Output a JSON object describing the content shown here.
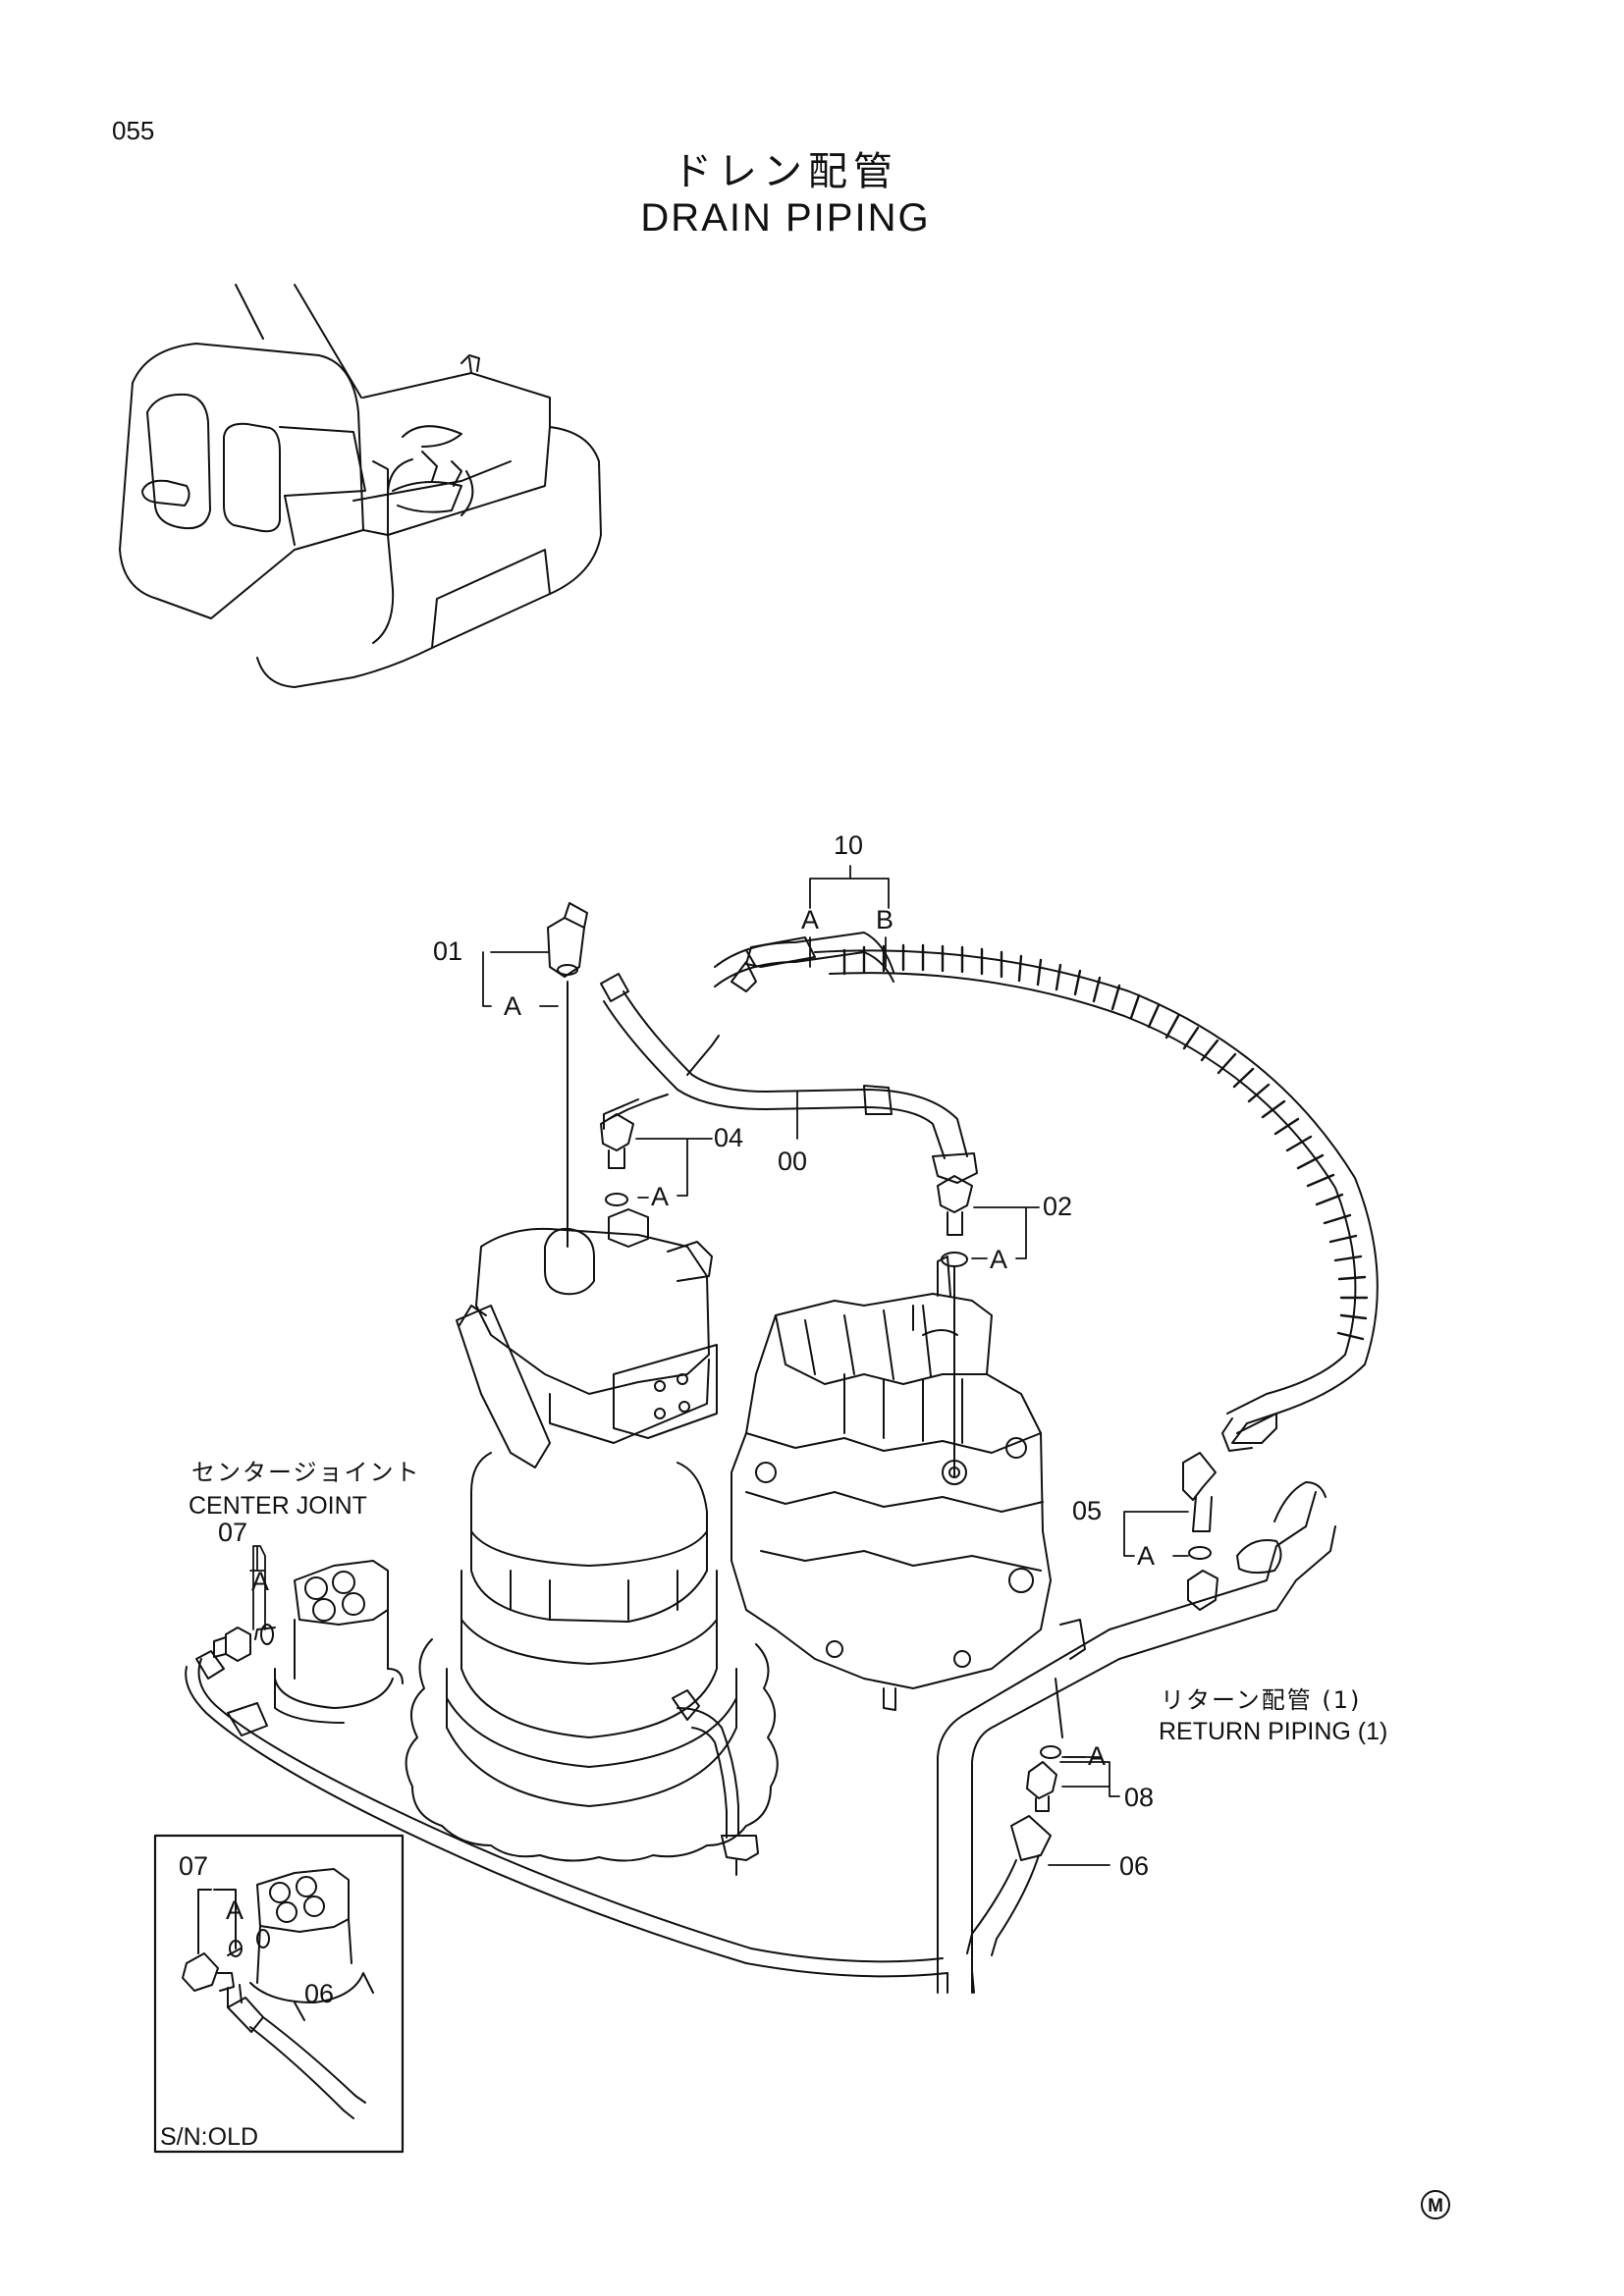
{
  "page": {
    "number": "055",
    "title_jp": "ドレン配管",
    "title_en": "DRAIN PIPING"
  },
  "callouts": {
    "c00": "00",
    "c01": "01",
    "c02": "02",
    "c04": "04",
    "c05": "05",
    "c06": "06",
    "c07": "07",
    "c08": "08",
    "c10": "10",
    "sub_a": "A",
    "sub_b": "B"
  },
  "annotations": {
    "center_joint_jp": "センタージョイント",
    "center_joint_en": "CENTER JOINT",
    "return_piping_jp": "リターン配管 (1)",
    "return_piping_en": "RETURN PIPING (1)"
  },
  "inset": {
    "callout_07": "07",
    "callout_06": "06",
    "callout_a": "A",
    "label": "S/N:OLD"
  },
  "mark": "M"
}
